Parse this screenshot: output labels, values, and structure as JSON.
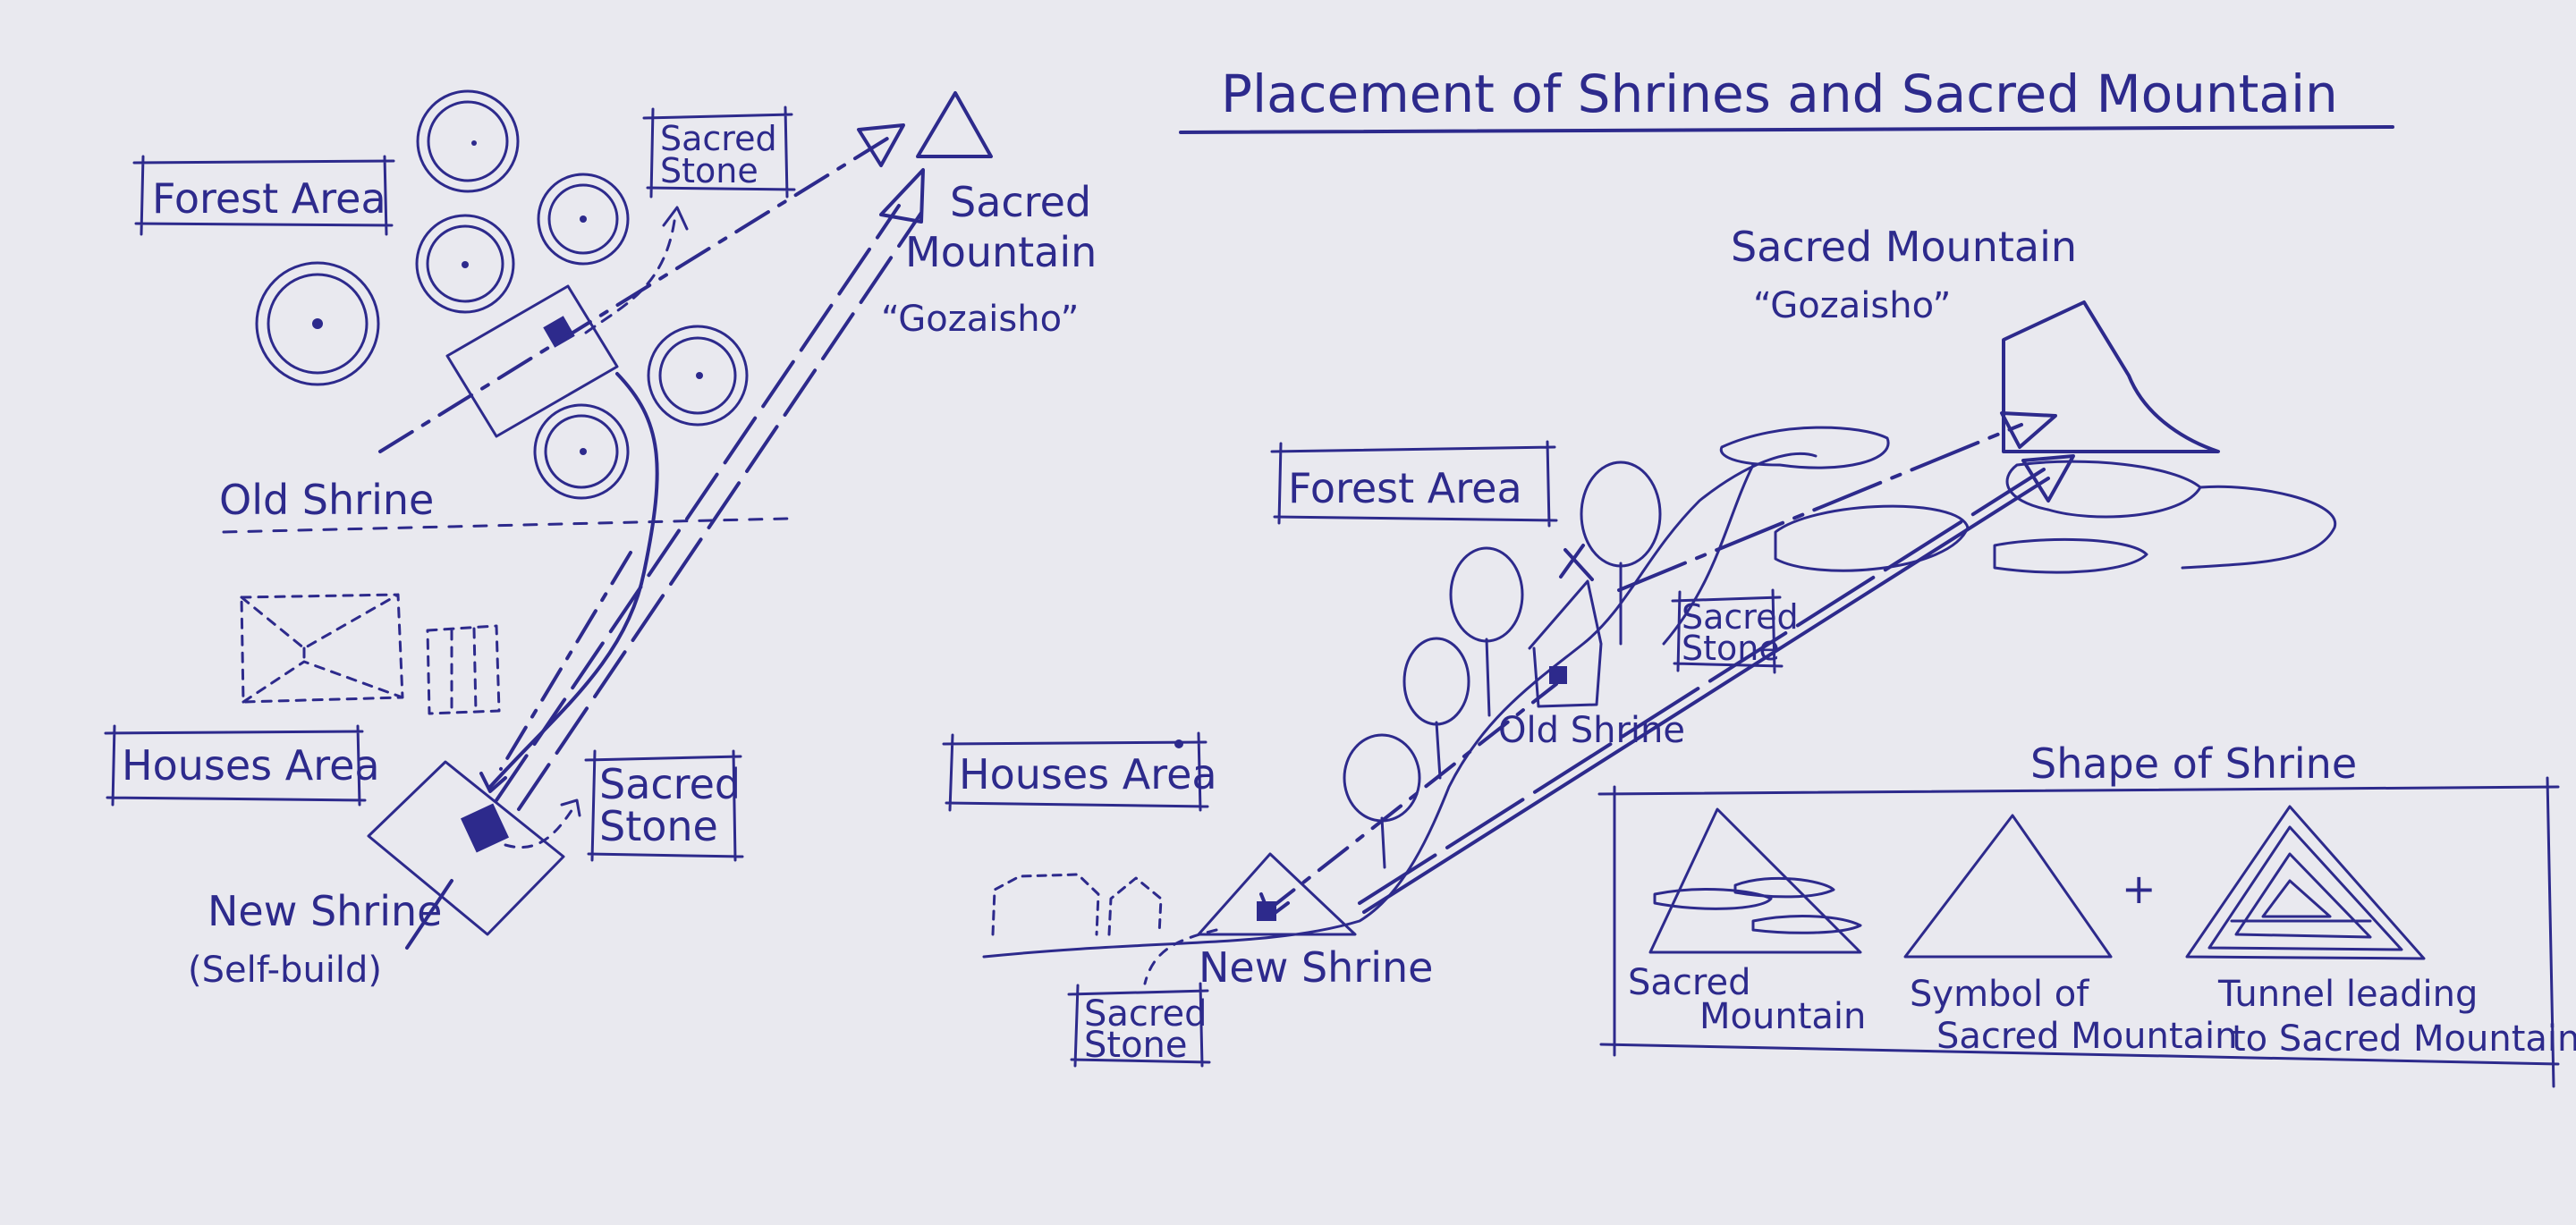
{
  "title": "Placement of Shrines and Sacred Mountain",
  "colors": {
    "ink": "#2d2a8c",
    "paper": "#e9e9ef"
  },
  "left_plan": {
    "forest_area": "Forest Area",
    "houses_area": "Houses Area",
    "old_shrine": "Old Shrine",
    "new_shrine": "New Shrine",
    "new_shrine_note": "(Self-build)",
    "sacred_stone_line1": "Sacred",
    "sacred_stone_line2": "Stone",
    "mountain_line1": "Sacred",
    "mountain_line2": "Mountain",
    "mountain_name": "“Gozaisho”"
  },
  "right_section": {
    "mountain_line": "Sacred Mountain",
    "mountain_name": "“Gozaisho”",
    "forest_area": "Forest Area",
    "houses_area": "Houses Area",
    "old_shrine": "Old Shrine",
    "new_shrine": "New Shrine",
    "sacred_stone_line1": "Sacred",
    "sacred_stone_line2": "Stone"
  },
  "shape_of_shrine": {
    "heading": "Shape of Shrine",
    "plus": "+",
    "item1_line1": "Sacred",
    "item1_line2": "Mountain",
    "item2_line1": "Symbol of",
    "item2_line2": "Sacred Mountain",
    "item3_line1": "Tunnel leading",
    "item3_line2": "to Sacred Mountain"
  }
}
